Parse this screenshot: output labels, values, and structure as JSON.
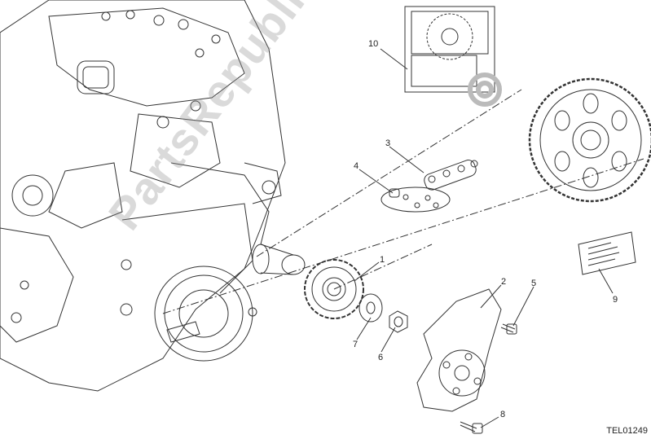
{
  "callouts": {
    "part_1": "1",
    "part_2": "2",
    "part_3": "3",
    "part_4": "4",
    "part_5": "5",
    "part_6": "6",
    "part_7": "7",
    "part_8": "8",
    "part_9": "9",
    "part_10": "10"
  },
  "reference_code": "TEL01249",
  "watermark": "PartsRepublik",
  "colors": {
    "line": "#333333",
    "watermark": "#999999"
  }
}
